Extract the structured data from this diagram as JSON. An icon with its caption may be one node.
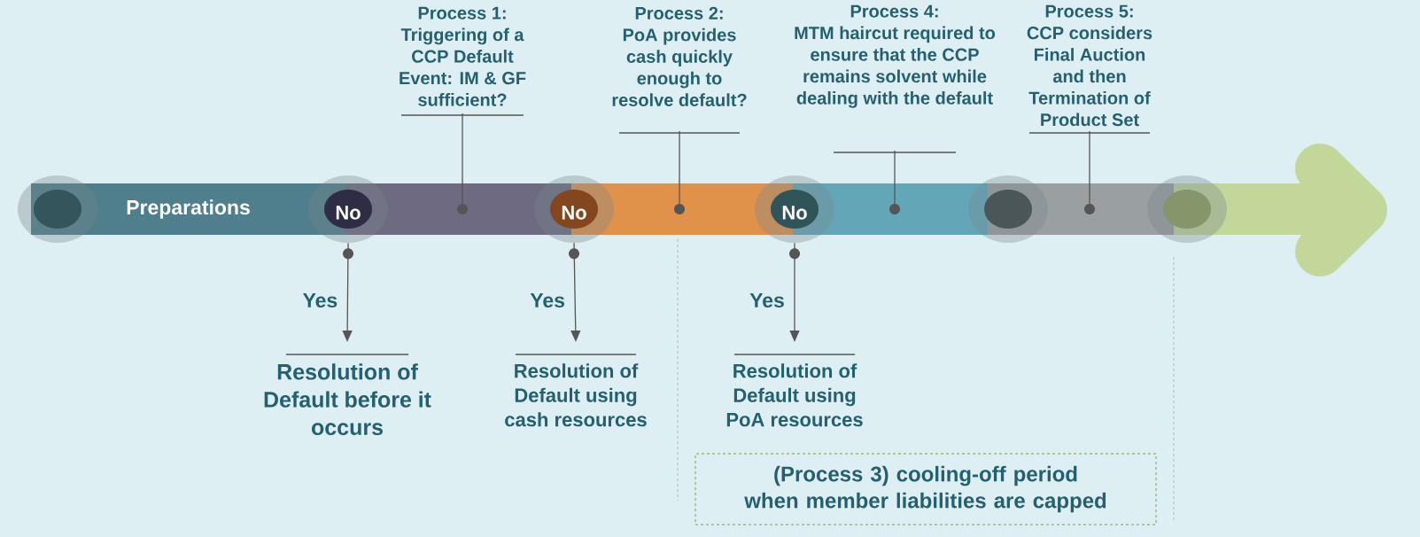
{
  "diagram": {
    "nodes": [
      {
        "text": [
          "Preparations"
        ]
      },
      {
        "text": [],
        "shape": "bar"
      },
      {
        "text": [],
        "shape": "bar"
      },
      {
        "text": [],
        "shape": "bar"
      },
      {
        "text": [],
        "shape": "bar"
      },
      {
        "text": [],
        "shape": "bar"
      },
      {
        "text": [],
        "shape": "circle"
      },
      {
        "text": [
          "No"
        ]
      },
      {
        "text": [
          "No"
        ]
      },
      {
        "text": [
          "No"
        ]
      },
      {
        "text": [],
        "shape": "circle"
      },
      {
        "text": [],
        "shape": "circle"
      },
      {
        "text": [],
        "shape": "circle",
        "in": 1
      },
      {
        "text": [],
        "shape": "circle",
        "in": 2
      },
      {
        "text": [],
        "shape": "circle",
        "in": 3
      },
      {
        "text": [],
        "shape": "circle",
        "in": 4
      },
      {
        "text": [
          "Process 1:",
          "Triggering of a CCP Default Event: IM & GF sufficient?"
        ]
      },
      {
        "text": [
          "Process 2:",
          "PoA provides cash quickly enough to resolve default?"
        ]
      },
      {
        "text": [
          "Process 4:",
          "MTM haircut required to ensure that the CCP remains solvent while dealing with the default"
        ]
      },
      {
        "text": [
          "Process 5:",
          "CCP considers Final Auction and then Termination of Product Set"
        ]
      },
      {
        "text": [
          "Resolution of Default before it occurs"
        ]
      },
      {
        "text": [
          "Resolution of Default using cash resources"
        ]
      },
      {
        "text": [
          "Resolution of Default using PoA resources"
        ]
      },
      {
        "text": [
          "(Process 3) cooling-off period when member liabilities are capped"
        ]
      }
    ],
    "edges": [
      {
        "from": 16,
        "to": 12,
        "arrow": "none"
      },
      {
        "from": 17,
        "to": 13,
        "arrow": "none"
      },
      {
        "from": 18,
        "to": 14,
        "arrow": "none"
      },
      {
        "from": 19,
        "to": 15,
        "arrow": "none"
      },
      {
        "from": 7,
        "to": 20,
        "arrow": "to",
        "label": "Yes"
      },
      {
        "from": 8,
        "to": 21,
        "arrow": "to",
        "label": "Yes"
      },
      {
        "from": 9,
        "to": 22,
        "arrow": "to",
        "label": "Yes"
      }
    ]
  }
}
